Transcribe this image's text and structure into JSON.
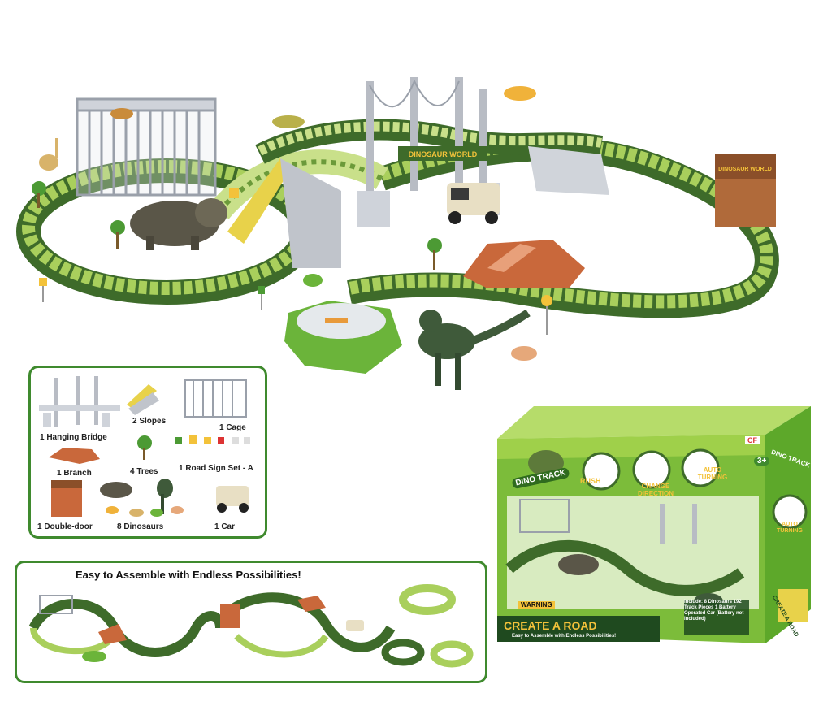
{
  "hero": {
    "sign_bridge": "DINOSAUR WORLD",
    "sign_gate": "DINOSAUR WORLD"
  },
  "contents": {
    "items": [
      {
        "label": "1 Hanging Bridge"
      },
      {
        "label": "2 Slopes"
      },
      {
        "label": "1 Cage"
      },
      {
        "label": "1 Branch"
      },
      {
        "label": "4 Trees"
      },
      {
        "label": "1 Road Sign Set - A"
      },
      {
        "label": "1 Double-door"
      },
      {
        "label": "8 Dinosaurs"
      },
      {
        "label": "1 Car"
      }
    ]
  },
  "assembly": {
    "title": "Easy to Assemble with Endless Possibilities!"
  },
  "package": {
    "logo": "DINO TRACK",
    "brand_badge": "CF",
    "age": "3+",
    "features": [
      "RUSH",
      "CHANGE DIRECTION",
      "AUTO TURNING"
    ],
    "side_feature": "AUTO TURNING",
    "warning": "WARNING",
    "includes": "Include: 8 Dinosaurs 192 Track Pieces 1 Battery Operated Car (Battery not included)",
    "headline": "CREATE A ROAD",
    "tagline": "Easy to Assemble with Endless Possibilities!",
    "side_headline": "CREATE A ROAD",
    "side_logo": "DINO TRACK"
  },
  "colors": {
    "frame_green": "#3f8a2e",
    "track_dark": "#3e6b2a",
    "track_light": "#a9cf5c",
    "track_lime": "#c9e08a",
    "branch_orange": "#c9683b",
    "gray": "#b8bcc4"
  }
}
